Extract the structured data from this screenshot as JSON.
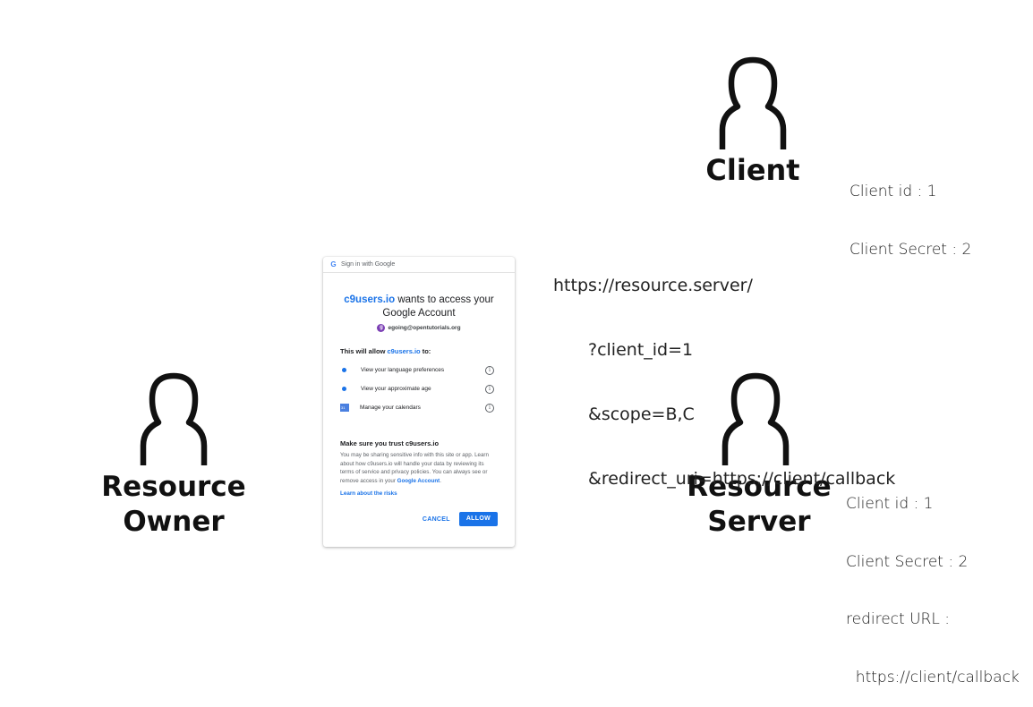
{
  "client": {
    "label": "Client",
    "info": [
      "Client id : 1",
      "Client Secret : 2"
    ]
  },
  "resource_owner": {
    "label_line1": "Resource",
    "label_line2": "Owner"
  },
  "resource_server": {
    "label_line1": "Resource",
    "label_line2": "Server",
    "info": [
      "Client id : 1",
      "Client Secret : 2",
      "redirect URL :",
      "  https://client/callback"
    ]
  },
  "request_url": {
    "base": "https://resource.server/",
    "params": [
      "?client_id=1",
      "&scope=B,C",
      "&redirect_uri=https://client/callback"
    ]
  },
  "consent_card": {
    "header": "Sign in with Google",
    "header_icon": "G",
    "title_brand": "c9users.io",
    "title_rest_line1": " wants to access your",
    "title_line2": "Google Account",
    "avatar_letter": "g",
    "account_email": "egoing@opentutorials.org",
    "allow_prefix": "This will allow ",
    "allow_brand": "c9users.io",
    "allow_suffix": " to:",
    "permissions": [
      "View your language preferences",
      "View your approximate age",
      "Manage your calendars"
    ],
    "trust_title": "Make sure you trust c9users.io",
    "trust_body": "You may be sharing sensitive info with this site or app. Learn about how c9users.io will handle your data by reviewing its terms of service and privacy policies. You can always see or remove access in your ",
    "trust_link": "Google Account",
    "trust_end": ".",
    "risks_link": "Learn about the risks",
    "cancel_label": "CANCEL",
    "allow_label": "ALLOW"
  },
  "colors": {
    "brand_blue": "#1a73e8",
    "text_dark": "#111111"
  }
}
